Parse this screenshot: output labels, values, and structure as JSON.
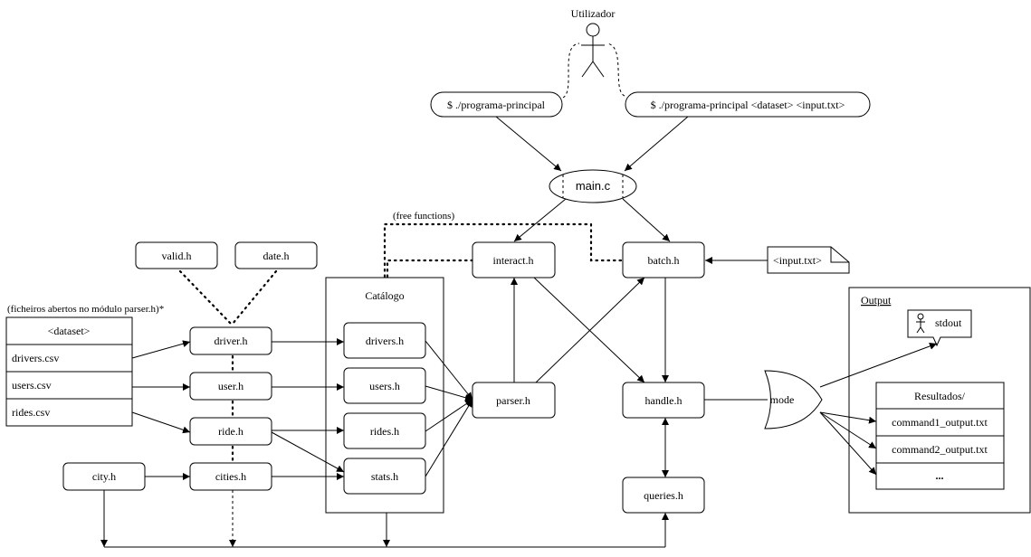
{
  "user": {
    "label": "Utilizador"
  },
  "commands": {
    "interactive": "$ ./programa-principal",
    "batch": "$ ./programa-principal <dataset> <input.txt>"
  },
  "main": {
    "label": "main.c"
  },
  "free_functions": "(free functions)",
  "modules": {
    "interact": "interact.h",
    "batch": "batch.h",
    "input_note": "<input.txt>",
    "valid": "valid.h",
    "date": "date.h",
    "parser": "parser.h",
    "handle": "handle.h",
    "queries": "queries.h",
    "driver": "driver.h",
    "user": "user.h",
    "ride": "ride.h",
    "cities": "cities.h",
    "city": "city.h"
  },
  "catalog": {
    "title": "Catálogo",
    "items": [
      "drivers.h",
      "users.h",
      "rides.h",
      "stats.h"
    ]
  },
  "dataset": {
    "note": "(ficheiros abertos no módulo parser.h)*",
    "header": "<dataset>",
    "files": [
      "drivers.csv",
      "users.csv",
      "rides.csv"
    ]
  },
  "mode": {
    "label": "mode"
  },
  "output": {
    "title": "Output",
    "stdout": "stdout",
    "results_header": "Resultados/",
    "results_items": [
      "command1_output.txt",
      "command2_output.txt",
      "..."
    ]
  }
}
